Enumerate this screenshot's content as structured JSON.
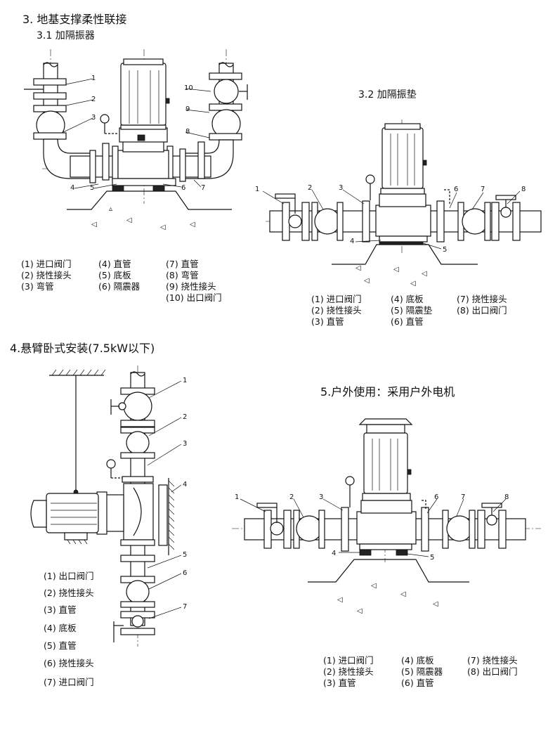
{
  "section3": {
    "title": "3. 地基支撑柔性联接",
    "sub1": "3.1 加隔振器",
    "sub2": "3.2 加隔振垫",
    "fig31_callouts": [
      "1",
      "2",
      "3",
      "4",
      "5",
      "6",
      "7",
      "8",
      "9",
      "10"
    ],
    "fig31_legend": [
      [
        "(1) 进口阀门",
        "(2) 挠性接头",
        "(3) 弯管"
      ],
      [
        "(4) 直管",
        "(5) 底板",
        "(6) 隔震器"
      ],
      [
        "(7) 直管",
        "(8) 弯管",
        "(9) 挠性接头",
        "(10) 出口阀门"
      ]
    ],
    "fig32_callouts": [
      "1",
      "2",
      "3",
      "4",
      "5",
      "6",
      "7",
      "8"
    ],
    "fig32_legend": [
      [
        "(1) 进口阀门",
        "(2) 挠性接头",
        "(3) 直管"
      ],
      [
        "(4) 底板",
        "(5) 隔震垫",
        "(6) 直管"
      ],
      [
        "(7) 挠性接头",
        "(8) 出口阀门"
      ]
    ]
  },
  "section4": {
    "title": "4.悬臂卧式安装(7.5kW以下)",
    "callouts": [
      "1",
      "2",
      "3",
      "4",
      "5",
      "6",
      "7"
    ],
    "legend": [
      "(1) 出口阀门",
      "(2) 挠性接头",
      "(3) 直管",
      "(4) 底板",
      "(5) 直管",
      "(6) 挠性接头",
      "(7) 进口阀门"
    ]
  },
  "section5": {
    "title": "5.户外使用：采用户外电机",
    "callouts": [
      "1",
      "2",
      "3",
      "4",
      "5",
      "6",
      "7",
      "8"
    ],
    "legend": [
      [
        "(1) 进口阀门",
        "(2) 挠性接头",
        "(3) 直管"
      ],
      [
        "(4) 底板",
        "(5) 隔震器",
        "(6) 直管"
      ],
      [
        "(7) 挠性接头",
        "(8) 出口阀门"
      ]
    ]
  }
}
